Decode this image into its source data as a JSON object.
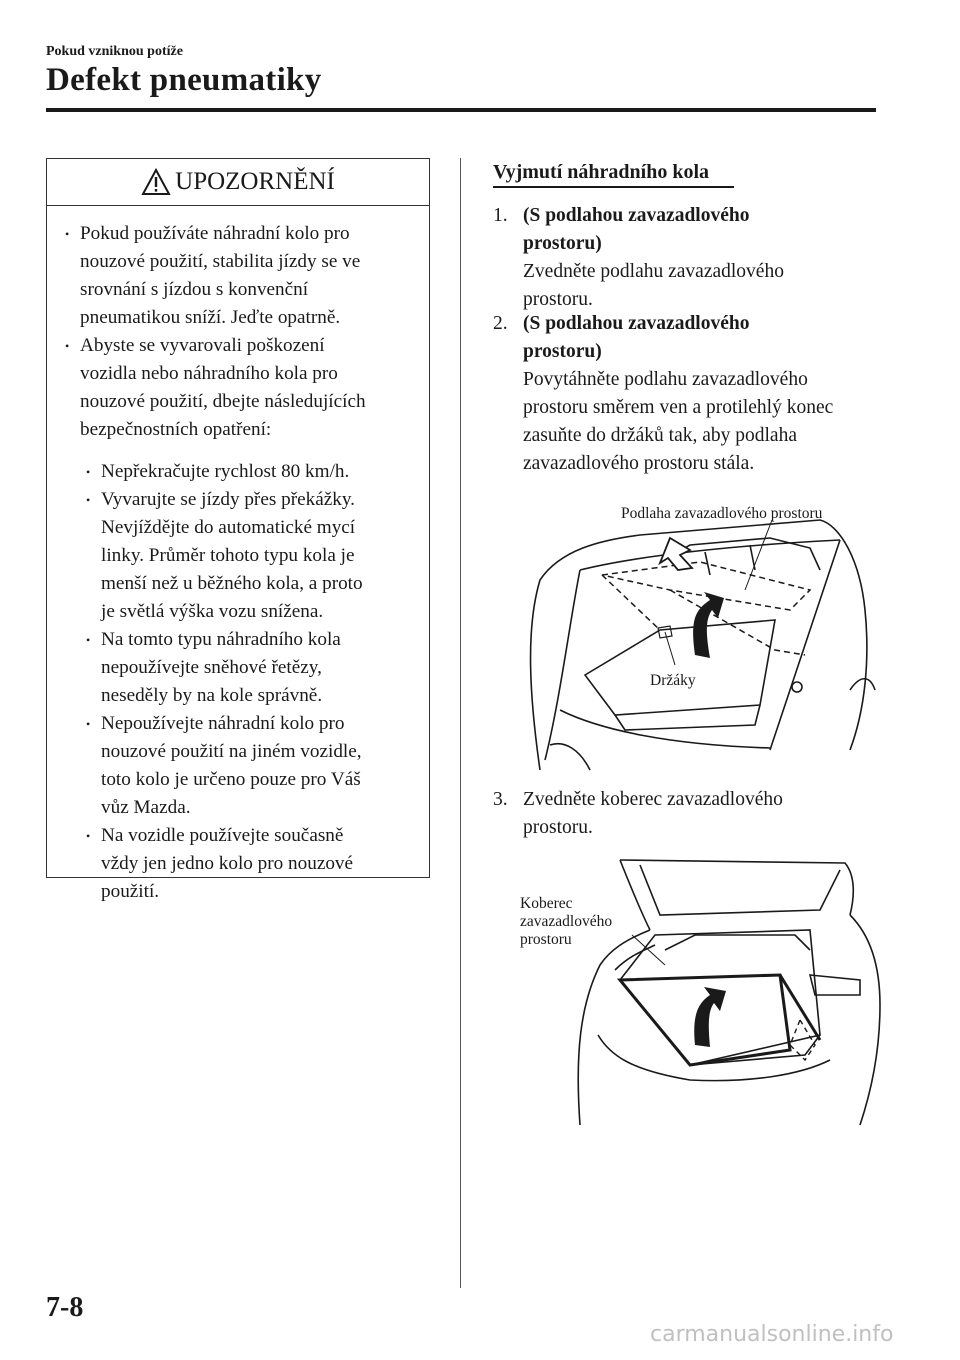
{
  "header": {
    "section": "Pokud vzniknou potíže",
    "title": "Defekt pneumatiky"
  },
  "warning": {
    "title": "UPOZORNĚNÍ",
    "icon": "warning-triangle-icon",
    "bullets": [
      {
        "lines": [
          "Pokud používáte náhradní kolo pro",
          "nouzové použití, stabilita jízdy se ve",
          "srovnání s jízdou s konvenční",
          "pneumatikou sníží. Jeďte opatrně."
        ]
      },
      {
        "lines": [
          "Abyste se vyvarovali poškození",
          "vozidla nebo náhradního kola pro",
          "nouzové použití, dbejte následujících",
          "bezpečnostních opatření:"
        ]
      }
    ],
    "sub_bullets": [
      {
        "lines": [
          "Nepřekračujte rychlost 80 km/h."
        ]
      },
      {
        "lines": [
          "Vyvarujte se jízdy přes překážky.",
          "Nevjíždějte do automatické mycí",
          "linky. Průměr tohoto typu kola je",
          "menší než u běžného kola, a proto",
          "je světlá výška vozu snížena."
        ]
      },
      {
        "lines": [
          "Na tomto typu náhradního kola",
          "nepoužívejte sněhové řetězy,",
          "neseděly by na kole správně."
        ]
      },
      {
        "lines": [
          "Nepoužívejte náhradní kolo pro",
          "nouzové použití na jiném vozidle,",
          "toto kolo je určeno pouze pro Váš",
          "vůz Mazda."
        ]
      },
      {
        "lines": [
          "Na vozidle používejte současně",
          "vždy jen jedno kolo pro nouzové",
          "použití."
        ]
      }
    ]
  },
  "right": {
    "subtitle": "Vyjmutí náhradního kola",
    "steps": [
      {
        "num": "1.",
        "bold": [
          "(S podlahou zavazadlového",
          "prostoru)"
        ],
        "text": [
          "Zvedněte podlahu zavazadlového",
          "prostoru."
        ]
      },
      {
        "num": "2.",
        "bold": [
          "(S podlahou zavazadlového",
          "prostoru)"
        ],
        "text": [
          "Povytáhněte podlahu zavazadlového",
          "prostoru směrem ven a protilehlý konec",
          "zasuňte do držáků tak, aby podlaha",
          "zavazadlového prostoru stála."
        ]
      },
      {
        "num": "3.",
        "bold": [],
        "text": [
          "Zvedněte koberec zavazadlového",
          "prostoru."
        ]
      }
    ],
    "figure1": {
      "label_floor": "Podlaha zavazadlového prostoru",
      "label_holders": "Držáky"
    },
    "figure2": {
      "label_carpet": [
        "Koberec",
        "zavazadlového",
        "prostoru"
      ]
    }
  },
  "footer": {
    "page_number": "7-8",
    "watermark": "carmanualsonline.info"
  }
}
